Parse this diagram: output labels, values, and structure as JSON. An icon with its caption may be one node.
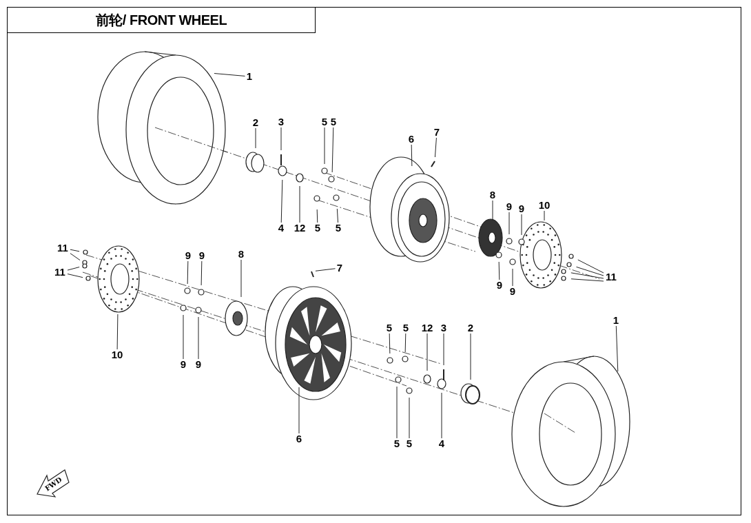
{
  "diagram": {
    "title": "前轮/ FRONT WHEEL",
    "nodes": [
      {
        "text": [
          "1"
        ]
      },
      {
        "text": [
          "2"
        ]
      },
      {
        "text": [
          "3"
        ]
      },
      {
        "text": [
          "4"
        ]
      },
      {
        "text": [
          "12"
        ]
      },
      {
        "text": [
          "5"
        ]
      },
      {
        "text": [
          "5"
        ]
      },
      {
        "text": [
          "5"
        ]
      },
      {
        "text": [
          "5"
        ]
      },
      {
        "text": [
          "6"
        ]
      },
      {
        "text": [
          "7"
        ]
      },
      {
        "text": [
          "8"
        ]
      },
      {
        "text": [
          "9"
        ]
      },
      {
        "text": [
          "9"
        ]
      },
      {
        "text": [
          "10"
        ]
      },
      {
        "text": [
          "9"
        ]
      },
      {
        "text": [
          "9"
        ]
      },
      {
        "text": [
          "11"
        ]
      },
      {
        "text": [
          "11"
        ]
      },
      {
        "text": [
          "11"
        ]
      },
      {
        "text": [
          "9"
        ]
      },
      {
        "text": [
          "9"
        ]
      },
      {
        "text": [
          "8"
        ]
      },
      {
        "text": [
          "7"
        ]
      },
      {
        "text": [
          "10"
        ]
      },
      {
        "text": [
          "9"
        ]
      },
      {
        "text": [
          "9"
        ]
      },
      {
        "text": [
          "6"
        ]
      },
      {
        "text": [
          "5"
        ]
      },
      {
        "text": [
          "5"
        ]
      },
      {
        "text": [
          "12"
        ]
      },
      {
        "text": [
          "3"
        ]
      },
      {
        "text": [
          "2"
        ]
      },
      {
        "text": [
          "5"
        ]
      },
      {
        "text": [
          "5"
        ]
      },
      {
        "text": [
          "4"
        ]
      },
      {
        "text": [
          "1"
        ]
      }
    ],
    "edges": [
      {
        "from": 0,
        "to": null,
        "arrow": "none"
      },
      {
        "from": 1,
        "to": null,
        "arrow": "none"
      },
      {
        "from": 2,
        "to": null,
        "arrow": "none"
      },
      {
        "from": 3,
        "to": null,
        "arrow": "none"
      },
      {
        "from": 4,
        "to": null,
        "arrow": "none"
      },
      {
        "from": 5,
        "to": null,
        "arrow": "none"
      },
      {
        "from": 6,
        "to": null,
        "arrow": "none"
      },
      {
        "from": 7,
        "to": null,
        "arrow": "none"
      },
      {
        "from": 8,
        "to": null,
        "arrow": "none"
      },
      {
        "from": 9,
        "to": null,
        "arrow": "none"
      },
      {
        "from": 10,
        "to": null,
        "arrow": "none"
      },
      {
        "from": 11,
        "to": null,
        "arrow": "none"
      },
      {
        "from": 12,
        "to": null,
        "arrow": "none"
      },
      {
        "from": 13,
        "to": null,
        "arrow": "none"
      },
      {
        "from": 14,
        "to": null,
        "arrow": "none"
      },
      {
        "from": 15,
        "to": null,
        "arrow": "none"
      },
      {
        "from": 16,
        "to": null,
        "arrow": "none"
      },
      {
        "from": 17,
        "to": null,
        "arrow": "none"
      },
      {
        "from": 17,
        "to": null,
        "arrow": "none"
      },
      {
        "from": 17,
        "to": null,
        "arrow": "none"
      },
      {
        "from": 17,
        "to": null,
        "arrow": "none"
      },
      {
        "from": 18,
        "to": null,
        "arrow": "none"
      },
      {
        "from": 18,
        "to": null,
        "arrow": "none"
      },
      {
        "from": 19,
        "to": null,
        "arrow": "none"
      },
      {
        "from": 19,
        "to": null,
        "arrow": "none"
      },
      {
        "from": 20,
        "to": null,
        "arrow": "none"
      },
      {
        "from": 21,
        "to": null,
        "arrow": "none"
      },
      {
        "from": 22,
        "to": null,
        "arrow": "none"
      },
      {
        "from": 23,
        "to": null,
        "arrow": "none"
      },
      {
        "from": 24,
        "to": null,
        "arrow": "none"
      },
      {
        "from": 25,
        "to": null,
        "arrow": "none"
      },
      {
        "from": 26,
        "to": null,
        "arrow": "none"
      },
      {
        "from": 27,
        "to": null,
        "arrow": "none"
      },
      {
        "from": 28,
        "to": null,
        "arrow": "none"
      },
      {
        "from": 29,
        "to": null,
        "arrow": "none"
      },
      {
        "from": 30,
        "to": null,
        "arrow": "none"
      },
      {
        "from": 31,
        "to": null,
        "arrow": "none"
      },
      {
        "from": 32,
        "to": null,
        "arrow": "none"
      },
      {
        "from": 33,
        "to": null,
        "arrow": "none"
      },
      {
        "from": 34,
        "to": null,
        "arrow": "none"
      },
      {
        "from": 35,
        "to": null,
        "arrow": "none"
      },
      {
        "from": 36,
        "to": null,
        "arrow": "none"
      }
    ],
    "labels": [
      "FWD"
    ]
  }
}
